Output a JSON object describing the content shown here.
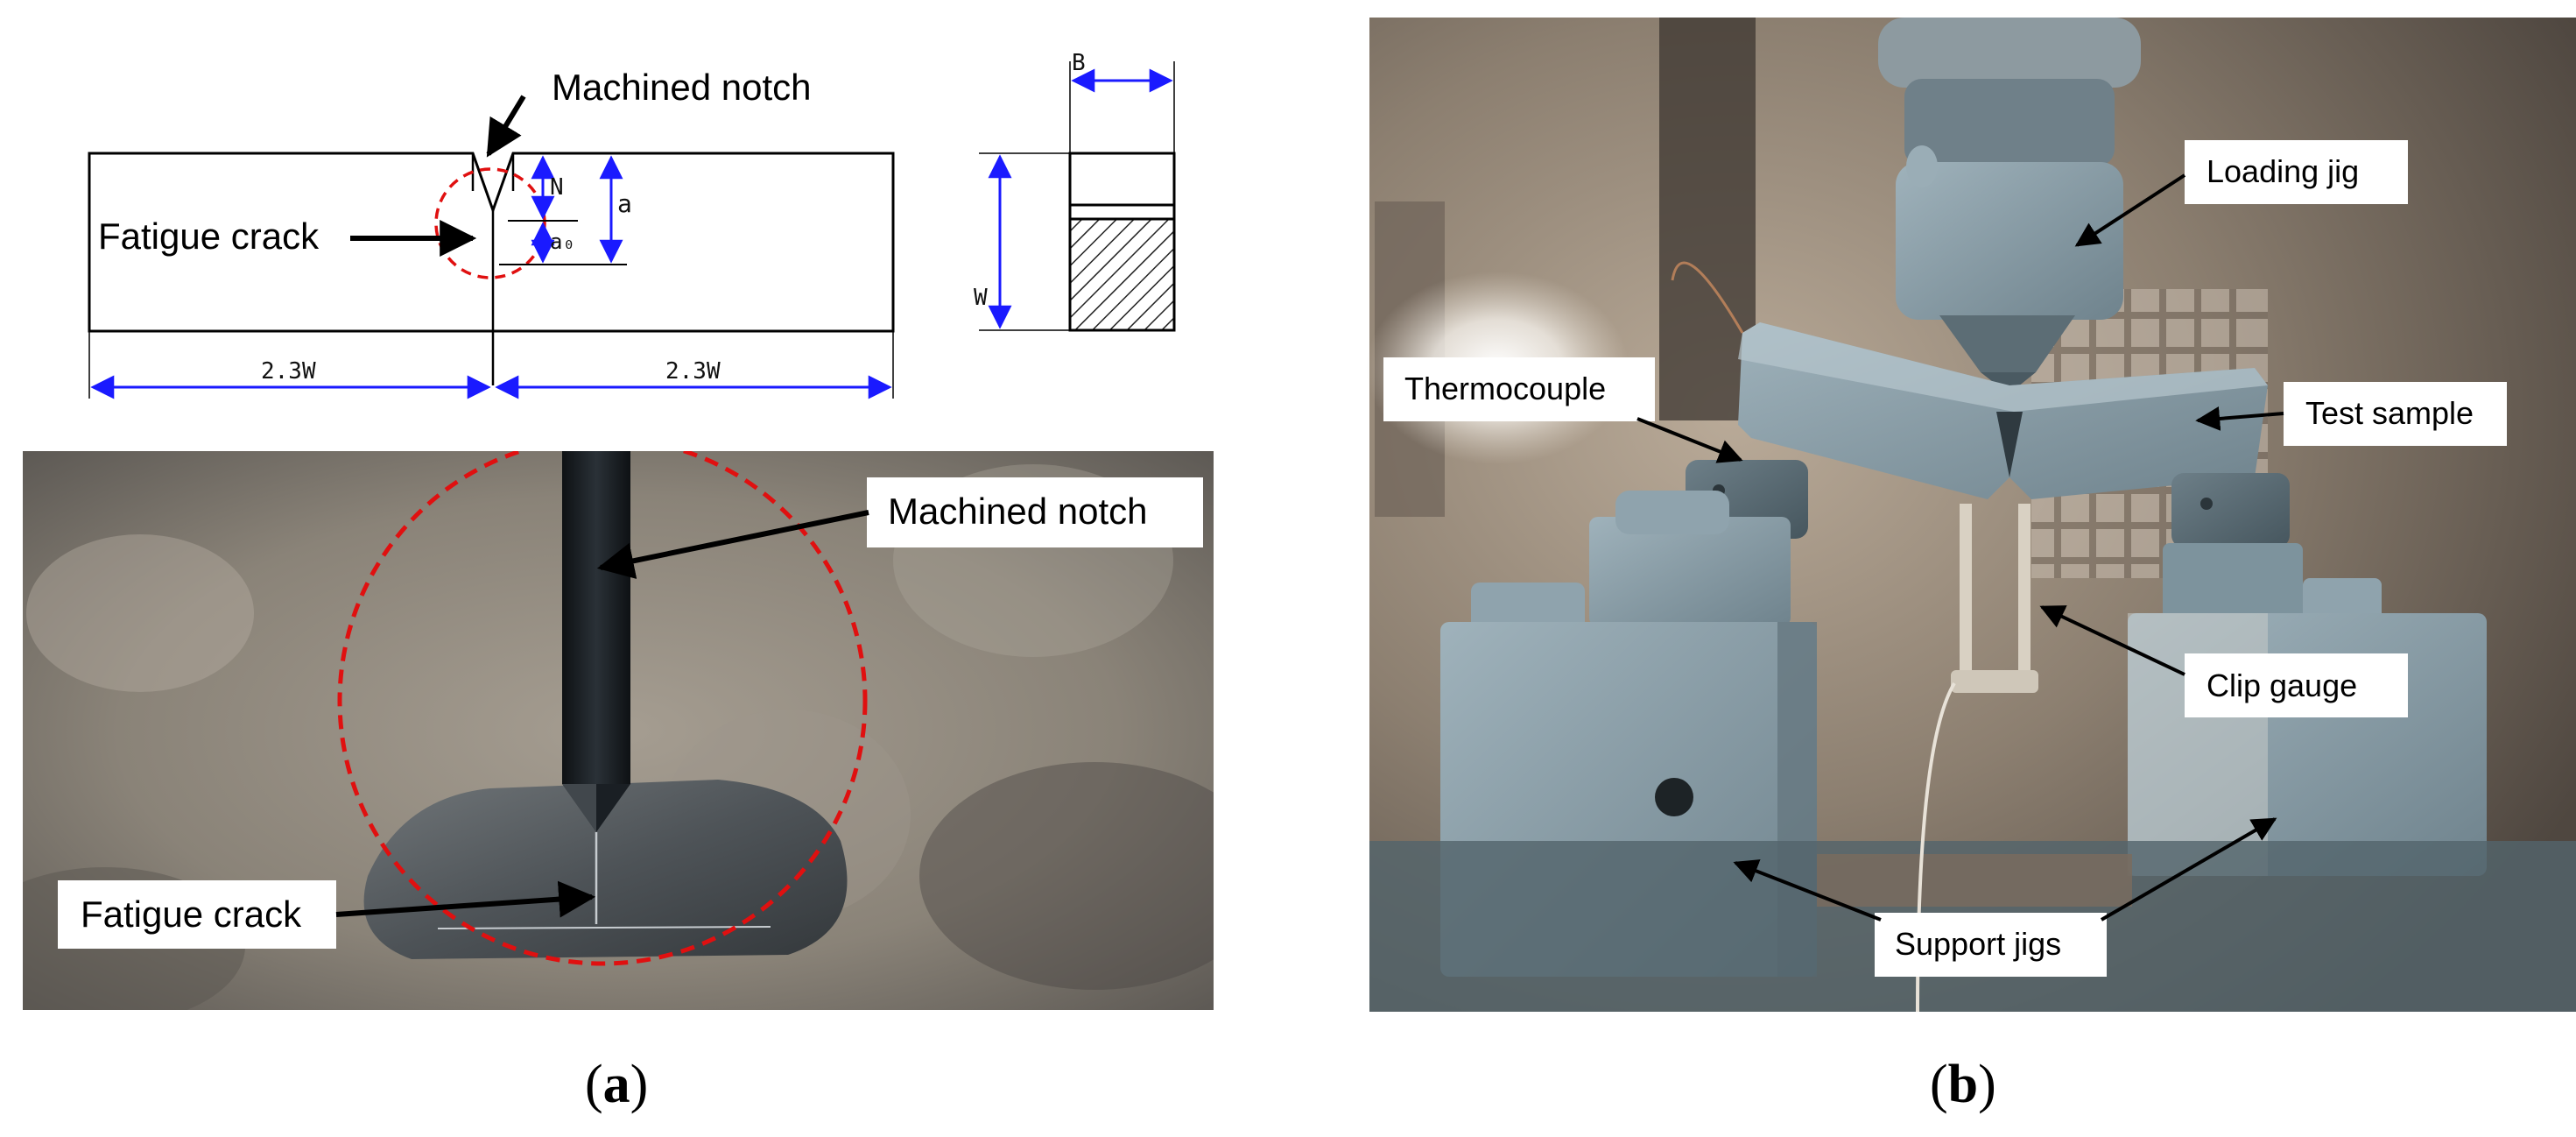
{
  "panel_a": {
    "caption_letter": "a",
    "sketch": {
      "callout_notch": "Machined notch",
      "callout_crack": "Fatigue crack",
      "dim_N": "N",
      "dim_a": "a",
      "dim_a0": "a₀",
      "dim_left": "2.3W",
      "dim_right": "2.3W",
      "dim_B": "B",
      "dim_W": "W"
    },
    "photo": {
      "callout_notch": "Machined notch",
      "callout_crack": "Fatigue crack"
    }
  },
  "panel_b": {
    "caption_letter": "b",
    "labels": {
      "loading_jig": "Loading jig",
      "thermocouple": "Thermocouple",
      "test_sample": "Test sample",
      "clip_gauge": "Clip gauge",
      "support_jigs": "Support jigs"
    }
  },
  "colors": {
    "dimension_arrow": "#1a1aff",
    "circle": "#e01010",
    "frost": "#8fa3ad"
  }
}
